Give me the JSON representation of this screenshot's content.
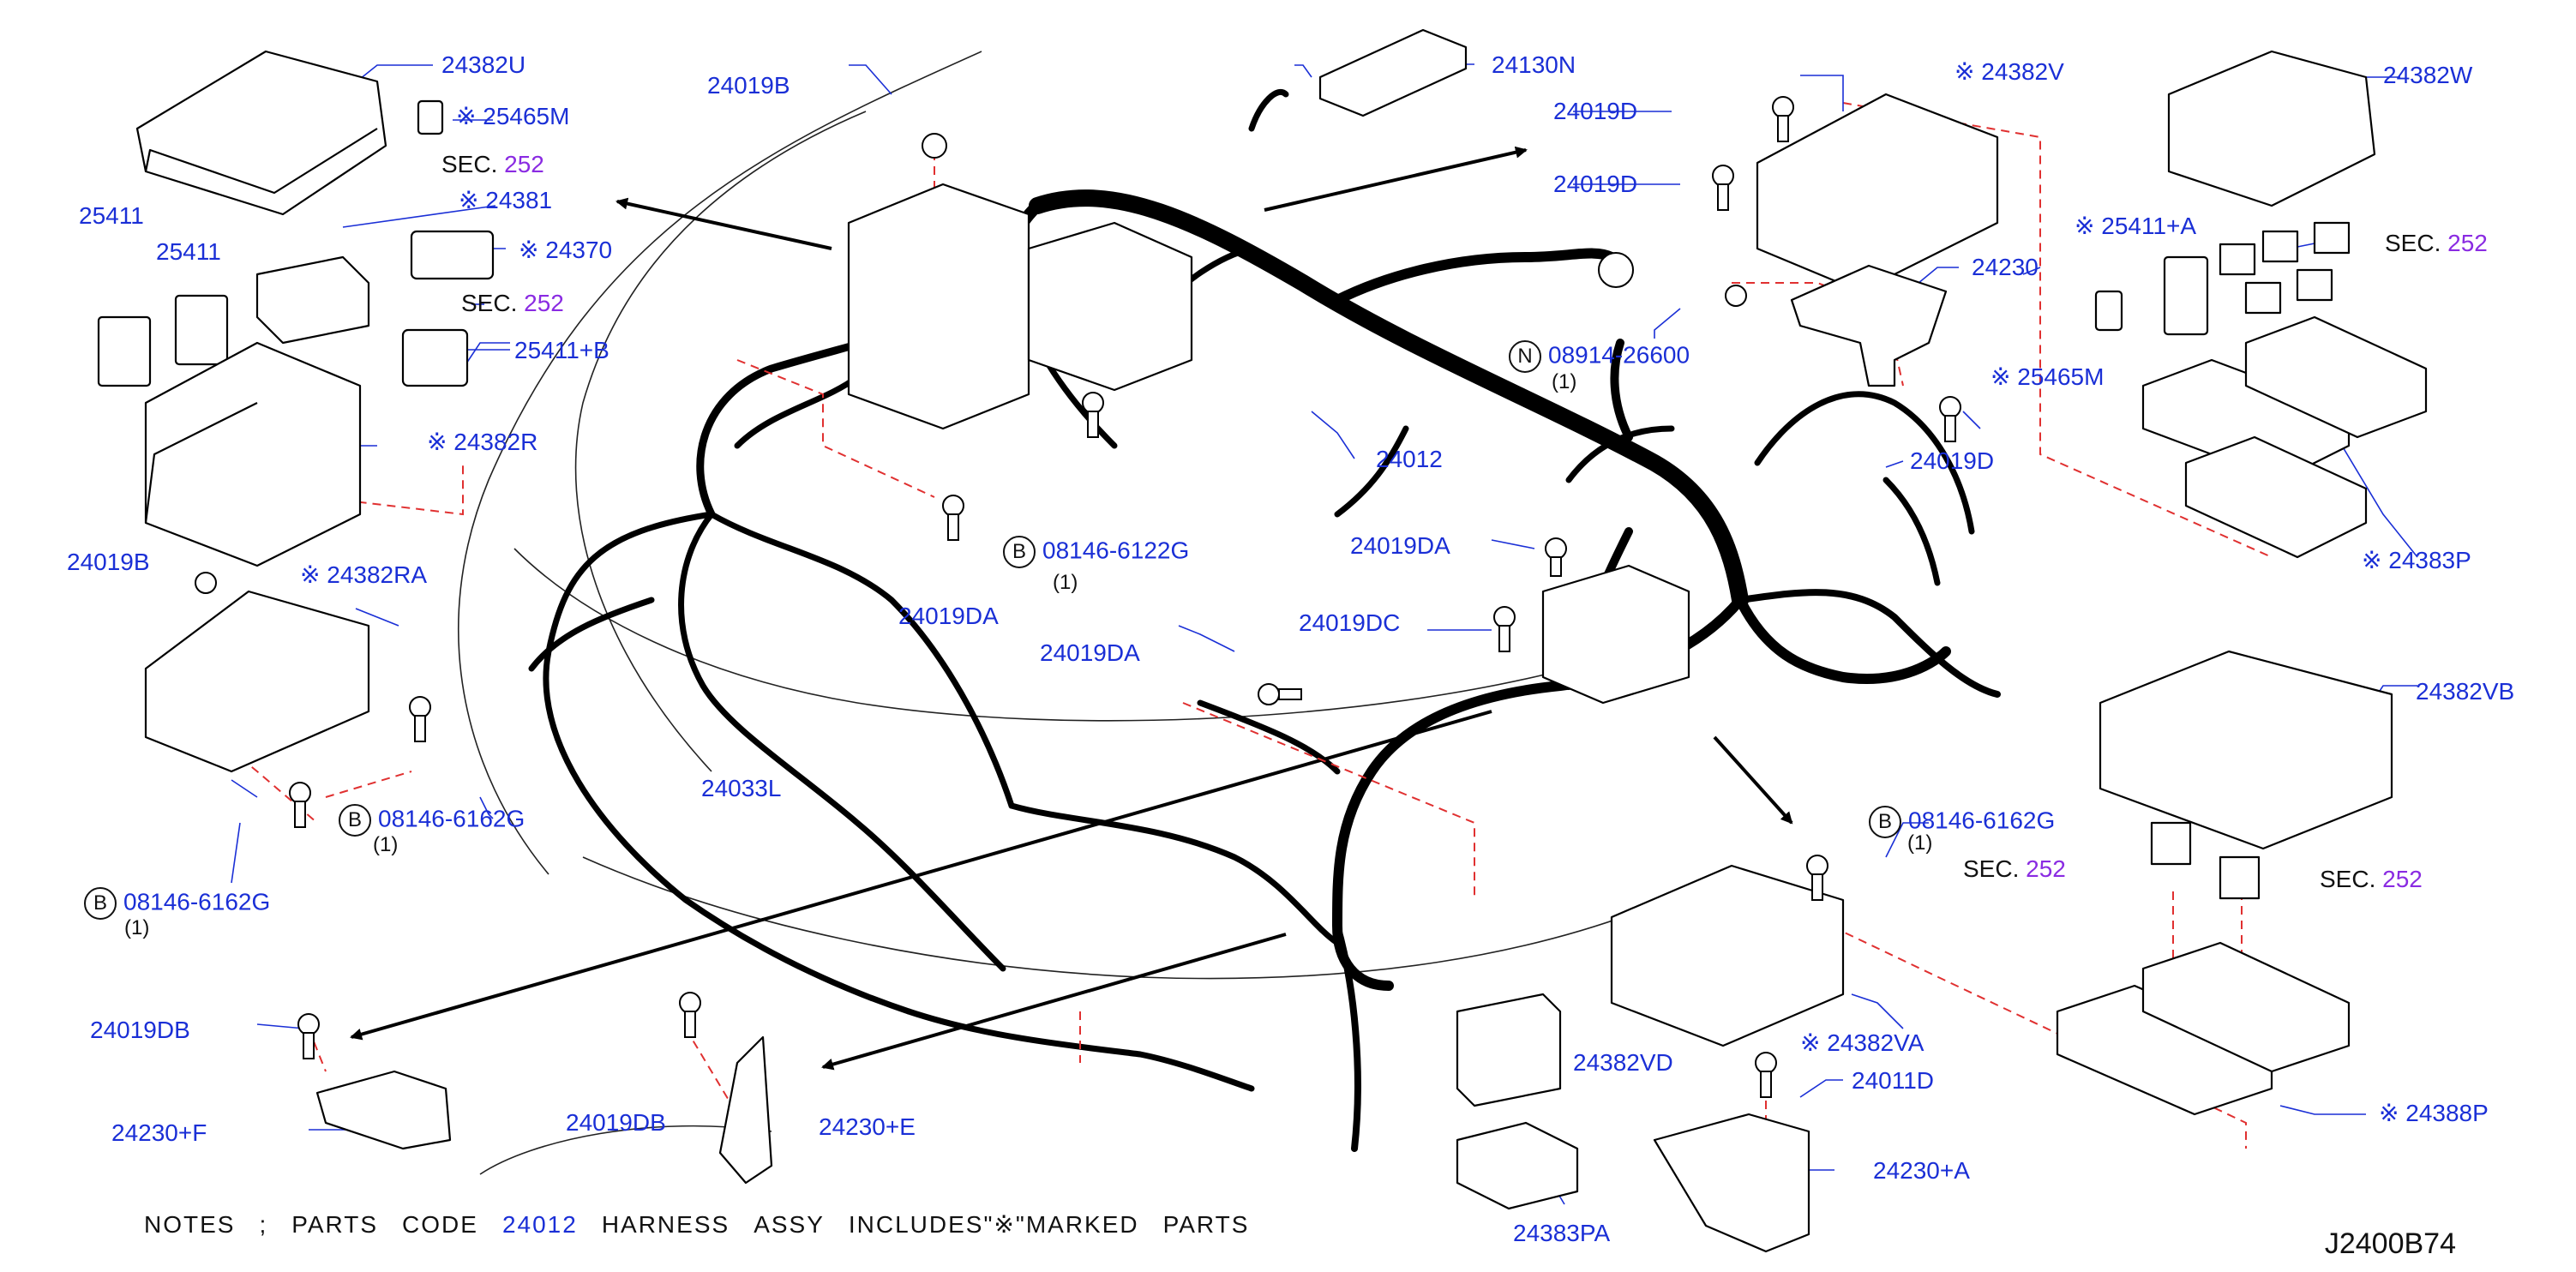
{
  "diagram_code": "J2400B74",
  "notes": {
    "label": "NOTES",
    "sep": ";",
    "parts": "PARTS",
    "code": "CODE",
    "harness_no": "24012",
    "harness": "HARNESS",
    "assy": "ASSY",
    "includes": "INCLUDES\"※\"MARKED",
    "parts2": "PARTS"
  },
  "sec_label": "SEC.",
  "sec_no": "252",
  "bolt_mark": "B",
  "nut_mark": "N",
  "qty_one": "(1)",
  "parts": {
    "p24382U": "24382U",
    "p25465M_a": "※ 25465M",
    "p24381": "※ 24381",
    "p24370": "※ 24370",
    "p25411_a": "25411",
    "p25411_b": "25411",
    "p25411B": "25411+B",
    "p24382R": "※ 24382R",
    "p24019B_a": "24019B",
    "p24382RA": "※ 24382RA",
    "p08146_6162G_a": "08146-6162G",
    "p08146_6162G_b": "08146-6162G",
    "p24019DB_a": "24019DB",
    "p24230F": "24230+F",
    "p24019B_b": "24019B",
    "p24019DA_a": "24019DA",
    "p08146_6122G": "08146-6122G",
    "p24033L": "24033L",
    "p24019DB_b": "24019DB",
    "p24230E": "24230+E",
    "p24130N": "24130N",
    "p24019D_a": "24019D",
    "p24019D_b": "24019D",
    "p08914_26600": "08914-26600",
    "p24012": "24012",
    "p24019DA_b": "24019DA",
    "p24019DC": "24019DC",
    "p24019DA_c": "24019DA",
    "p24382V": "※ 24382V",
    "p24230": "24230",
    "p25465M_b": "※ 25465M",
    "p24019D_c": "24019D",
    "p24382W": "24382W",
    "p25411A": "※ 25411+A",
    "p24383P": "※ 24383P",
    "p24382VB": "24382VB",
    "p08146_6162G_c": "08146-6162G",
    "p24382VA": "※ 24382VA",
    "p24011D": "24011D",
    "p24230A": "24230+A",
    "p24382VD": "24382VD",
    "p24383PA": "24383PA",
    "p24388P": "※ 24388P"
  }
}
